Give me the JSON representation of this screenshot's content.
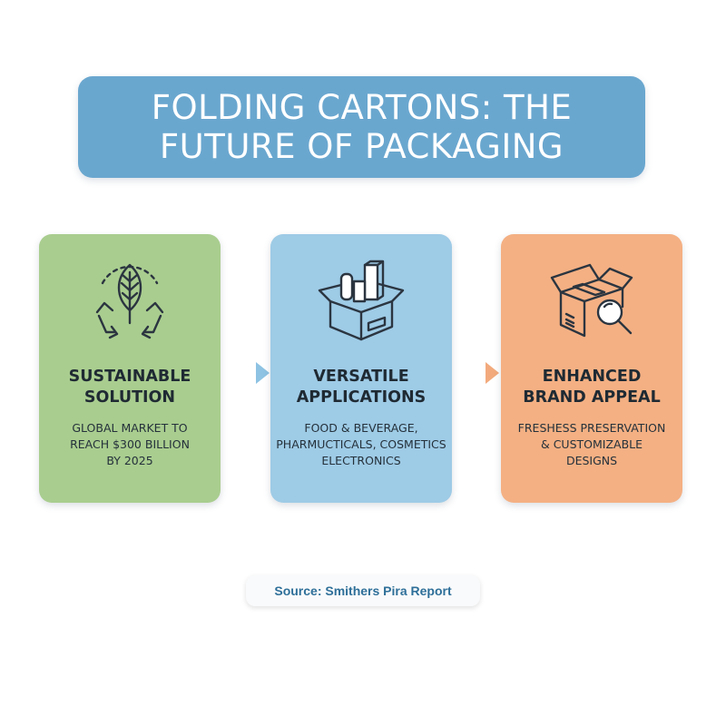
{
  "title": {
    "line1": "FOLDING CARTONS: THE",
    "line2": "FUTURE OF PACKAGING"
  },
  "cards": [
    {
      "icon": "leaf-recycle-icon",
      "heading_lines": [
        "SUSTAINABLE",
        "SOLUTION"
      ],
      "text_lines": [
        "GLOBAL MARKET TO",
        "REACH $300 BILLION",
        "BY 2025"
      ],
      "color": "#a9cd8f"
    },
    {
      "icon": "open-box-products-icon",
      "heading_lines": [
        "VERSATILE",
        "APPLICATIONS"
      ],
      "text_lines": [
        "FOOD & BEVERAGE,",
        "PHARMUCTICALS, COSMETICS",
        "ELECTRONICS"
      ],
      "color": "#9ecbe6"
    },
    {
      "icon": "box-magnifier-icon",
      "heading_lines": [
        "ENHANCED",
        "BRAND APPEAL"
      ],
      "text_lines": [
        "FRESHESS PRESERVATION",
        "& CUSTOMIZABLE",
        "DESIGNS"
      ],
      "color": "#f4b083"
    }
  ],
  "source": "Source: Smithers Pira Report",
  "colors": {
    "title_banner": "#6aa7cf",
    "accent_text": "#2e6f99"
  }
}
